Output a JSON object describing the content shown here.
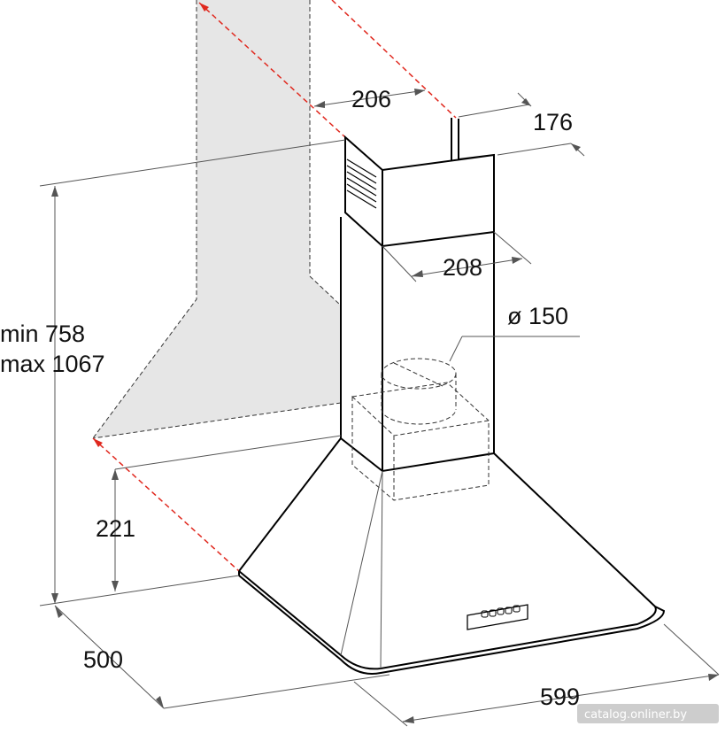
{
  "dimensions": {
    "chimney_width": "206",
    "chimney_depth": "176",
    "chimney_lower_width": "208",
    "outlet_diameter": "ø 150",
    "height_min": "min 758",
    "height_max": "max 1067",
    "hood_height": "221",
    "hood_depth": "500",
    "hood_width": "599"
  },
  "watermark": "catalog.onliner.by",
  "colors": {
    "wall_fill": "#e6e6e6",
    "outline": "#000000",
    "red_guide": "#e0281e",
    "watermark_bg": "#c8c8c8"
  }
}
